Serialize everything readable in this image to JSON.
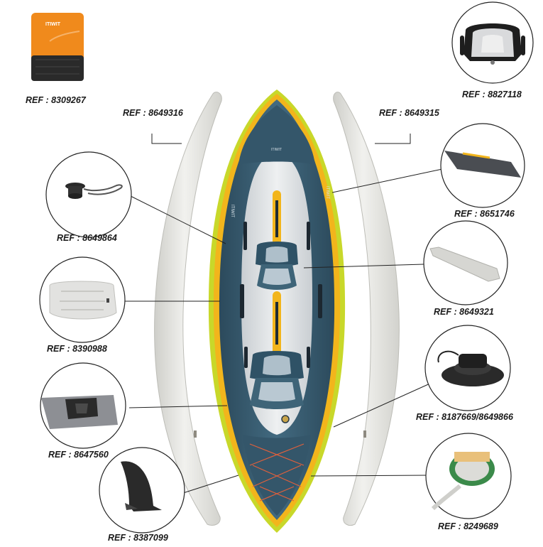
{
  "refs": {
    "bag": "REF : 8309267",
    "seat_back": "REF : 8827118",
    "left_tube": "REF : 8649316",
    "right_tube": "REF : 8649315",
    "valve": "REF : 8649864",
    "floor_cover": "REF : 8651746",
    "stiffener": "REF : 8649321",
    "cushion": "REF : 8390988",
    "pump_valve": "REF : 8187669/8649866",
    "patch": "REF : 8647560",
    "fin": "REF : 8387099",
    "cord": "REF : 8249689"
  },
  "product": {
    "bag_brand": "ITIWIT",
    "kayak_brand": "ITIWIT"
  },
  "colors": {
    "hull_blue": "#3c5f74",
    "hull_dark": "#2c4a5c",
    "accent_yellow": "#f2b51c",
    "lime": "#c8d82a",
    "tube_gray": "#e4e4df",
    "bag_orange": "#f08a1c"
  }
}
